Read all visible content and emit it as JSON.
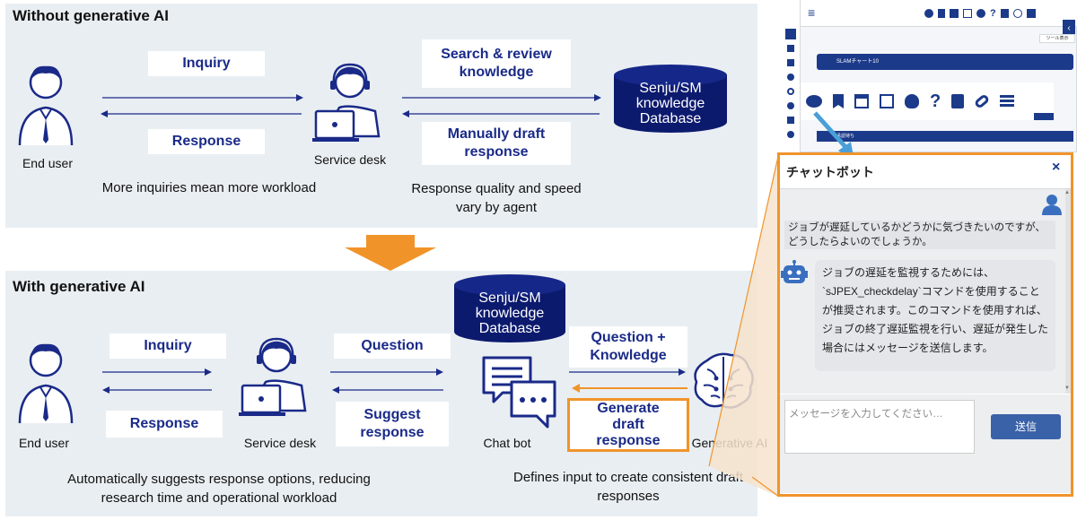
{
  "top": {
    "title": "Without generative AI",
    "end_user": "End user",
    "service_desk": "Service desk",
    "inquiry": "Inquiry",
    "response": "Response",
    "search_review": "Search & review knowledge",
    "manual_draft": "Manually draft response",
    "db_lines": [
      "Senju/SM",
      "knowledge",
      "Database"
    ],
    "caption_left": "More inquiries mean more workload",
    "caption_right": "Response quality and speed vary by agent"
  },
  "bottom": {
    "title": "With generative AI",
    "end_user": "End user",
    "service_desk": "Service desk",
    "chat_bot": "Chat bot",
    "gen_ai": "Generative AI",
    "inquiry": "Inquiry",
    "response": "Response",
    "question": "Question",
    "suggest": "Suggest response",
    "question_knowledge": "Question + Knowledge",
    "generate": "Generate draft response",
    "db_lines": [
      "Senju/SM",
      "knowledge",
      "Database"
    ],
    "caption_left": "Automatically suggests response options, reducing research time and operational workload",
    "caption_right": "Defines input to create consistent draft responses"
  },
  "app": {
    "slam_chart": "SLAMチャート10",
    "panel_right": "ツール表示",
    "panel_item": "承認待ち"
  },
  "chat": {
    "title": "チャットボット",
    "close": "×",
    "user_message": "ジョブが遅延しているかどうかに気づきたいのですが、どうしたらよいのでしょうか。",
    "bot_message": "ジョブの遅延を監視するためには、`sJPEX_checkdelay`コマンドを使用することが推奨されます。このコマンドを使用すれば、ジョブの終了遅延監視を行い、遅延が発生した場合にはメッセージを送信します。",
    "input_placeholder": "メッセージを入力してください…",
    "send": "送信"
  },
  "colors": {
    "navy": "#1a2a88",
    "orange": "#f0942a",
    "panel_bg": "#e9eef2",
    "db": "#0c1a6e"
  }
}
